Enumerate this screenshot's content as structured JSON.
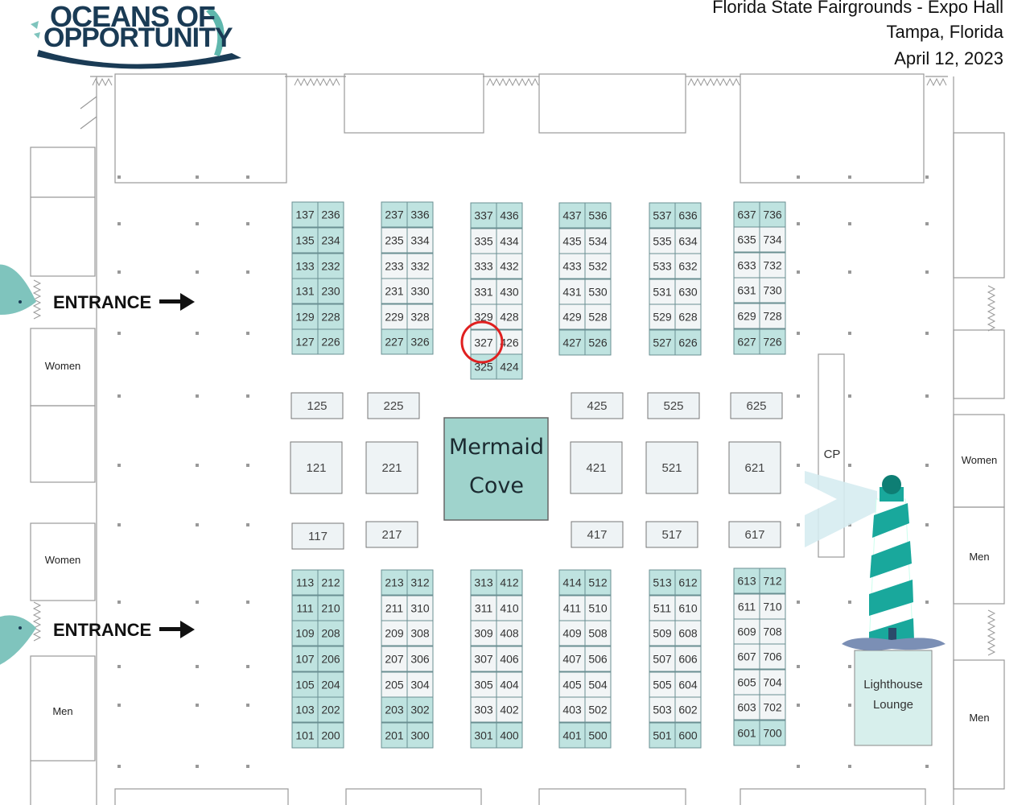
{
  "header": {
    "logo_line1": "OCEANS OF",
    "logo_line2": "OPPORTUNITY",
    "venue": "Florida State Fairgrounds - Expo Hall",
    "city": "Tampa, Florida",
    "date": "April 12, 2023"
  },
  "entrances": [
    "ENTRANCE",
    "ENTRANCE"
  ],
  "restrooms": {
    "left_top": "Women",
    "left_mid": "Women",
    "left_bottom": "Men",
    "right_top": "Women",
    "right_mid": "Men",
    "right_bottom": "Men"
  },
  "features": {
    "mermaid_line1": "Mermaid",
    "mermaid_line2": "Cove",
    "lounge_line1": "Lighthouse",
    "lounge_line2": "Lounge",
    "column_label": "CP"
  },
  "highlighted_booth": "327",
  "colors": {
    "booth_teal": "#bfe3e0",
    "booth_plain": "#eef3f5",
    "mermaid": "#9fd3cc",
    "highlight_circle": "#e02020",
    "lighthouse_teal": "#19a89c",
    "fish": "#7fc4bd"
  },
  "booth_blocks": [
    {
      "top": [
        [
          "137",
          "236"
        ],
        [
          "135",
          "234"
        ],
        [
          "133",
          "232"
        ],
        [
          "131",
          "230"
        ],
        [
          "129",
          "228"
        ],
        [
          "127",
          "226"
        ]
      ],
      "bottom": [
        [
          "113",
          "212"
        ],
        [
          "111",
          "210"
        ],
        [
          "109",
          "208"
        ],
        [
          "107",
          "206"
        ],
        [
          "105",
          "204"
        ],
        [
          "103",
          "202"
        ],
        [
          "101",
          "200"
        ]
      ]
    },
    {
      "top": [
        [
          "237",
          "336"
        ],
        [
          "235",
          "334"
        ],
        [
          "233",
          "332"
        ],
        [
          "231",
          "330"
        ],
        [
          "229",
          "328"
        ],
        [
          "227",
          "326"
        ]
      ],
      "bottom": [
        [
          "213",
          "312"
        ],
        [
          "211",
          "310"
        ],
        [
          "209",
          "308"
        ],
        [
          "207",
          "306"
        ],
        [
          "205",
          "304"
        ],
        [
          "203",
          "302"
        ],
        [
          "201",
          "300"
        ]
      ]
    },
    {
      "top": [
        [
          "337",
          "436"
        ],
        [
          "335",
          "434"
        ],
        [
          "333",
          "432"
        ],
        [
          "331",
          "430"
        ],
        [
          "329",
          "428"
        ],
        [
          "327",
          "426"
        ],
        [
          "325",
          "424"
        ]
      ],
      "bottom": [
        [
          "313",
          "412"
        ],
        [
          "311",
          "410"
        ],
        [
          "309",
          "408"
        ],
        [
          "307",
          "406"
        ],
        [
          "305",
          "404"
        ],
        [
          "303",
          "402"
        ],
        [
          "301",
          "400"
        ]
      ]
    },
    {
      "top": [
        [
          "437",
          "536"
        ],
        [
          "435",
          "534"
        ],
        [
          "433",
          "532"
        ],
        [
          "431",
          "530"
        ],
        [
          "429",
          "528"
        ],
        [
          "427",
          "526"
        ]
      ],
      "bottom": [
        [
          "414",
          "512"
        ],
        [
          "411",
          "510"
        ],
        [
          "409",
          "508"
        ],
        [
          "407",
          "506"
        ],
        [
          "405",
          "504"
        ],
        [
          "403",
          "502"
        ],
        [
          "401",
          "500"
        ]
      ]
    },
    {
      "top": [
        [
          "537",
          "636"
        ],
        [
          "535",
          "634"
        ],
        [
          "533",
          "632"
        ],
        [
          "531",
          "630"
        ],
        [
          "529",
          "628"
        ],
        [
          "527",
          "626"
        ]
      ],
      "bottom": [
        [
          "513",
          "612"
        ],
        [
          "511",
          "610"
        ],
        [
          "509",
          "608"
        ],
        [
          "507",
          "606"
        ],
        [
          "505",
          "604"
        ],
        [
          "503",
          "602"
        ],
        [
          "501",
          "600"
        ]
      ]
    },
    {
      "top": [
        [
          "637",
          "736"
        ],
        [
          "635",
          "734"
        ],
        [
          "633",
          "732"
        ],
        [
          "631",
          "730"
        ],
        [
          "629",
          "728"
        ],
        [
          "627",
          "726"
        ]
      ],
      "bottom": [
        [
          "613",
          "712"
        ],
        [
          "611",
          "710"
        ],
        [
          "609",
          "708"
        ],
        [
          "607",
          "706"
        ],
        [
          "605",
          "704"
        ],
        [
          "603",
          "702"
        ],
        [
          "601",
          "700"
        ]
      ]
    }
  ],
  "island_booths": {
    "row_a": [
      "125",
      "225",
      "425",
      "525",
      "625"
    ],
    "row_b": [
      "121",
      "221",
      "421",
      "521",
      "621"
    ],
    "row_c": [
      "117",
      "217",
      "417",
      "517",
      "617"
    ]
  }
}
